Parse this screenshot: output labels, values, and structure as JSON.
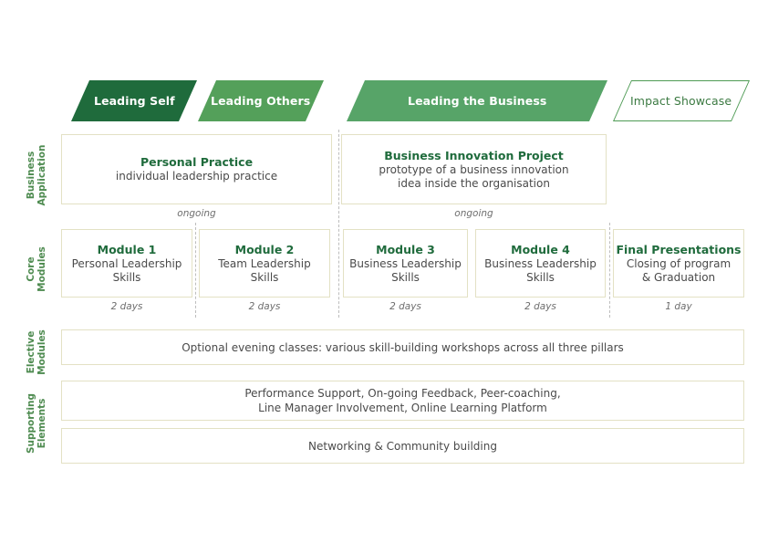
{
  "pillars": [
    {
      "label": "Leading Self",
      "style": "filled",
      "color": "#1F6B3C"
    },
    {
      "label": "Leading Others",
      "style": "filled",
      "color": "#54A05A"
    },
    {
      "label": "Leading the Business",
      "style": "filled",
      "color": "#57A468"
    },
    {
      "label": "Impact Showcase",
      "style": "outlined",
      "color": "#4E9B54"
    }
  ],
  "rows": {
    "business_application": {
      "label": "Business\nApplication",
      "label_line1": "Business",
      "label_line2": "Application",
      "items": [
        {
          "title": "Personal Practice",
          "sub": "individual leadership practice",
          "caption": "ongoing"
        },
        {
          "title": "Business Innovation Project",
          "sub_line1": "prototype of a business innovation",
          "sub_line2": "idea inside the organisation",
          "caption": "ongoing"
        }
      ]
    },
    "core_modules": {
      "label_line1": "Core",
      "label_line2": "Modules",
      "items": [
        {
          "title": "Module 1",
          "sub_line1": "Personal Leadership",
          "sub_line2": "Skills",
          "caption": "2 days"
        },
        {
          "title": "Module 2",
          "sub_line1": "Team Leadership",
          "sub_line2": "Skills",
          "caption": "2 days"
        },
        {
          "title": "Module 3",
          "sub_line1": "Business Leadership",
          "sub_line2": "Skills",
          "caption": "2 days"
        },
        {
          "title": "Module 4",
          "sub_line1": "Business Leadership",
          "sub_line2": "Skills",
          "caption": "2 days"
        },
        {
          "title": "Final Presentations",
          "sub_line1": "Closing of program",
          "sub_line2": "& Graduation",
          "caption": "1 day"
        }
      ]
    },
    "elective_modules": {
      "label_line1": "Elective",
      "label_line2": "Modules",
      "items": [
        {
          "text": "Optional evening classes: various skill-building workshops across all three pillars"
        }
      ]
    },
    "supporting_elements": {
      "label_line1": "Supporting",
      "label_line2": "Elements",
      "items": [
        {
          "line1": "Performance Support, On-going Feedback, Peer-coaching,",
          "line2": "Line Manager Involvement, Online Learning Platform"
        },
        {
          "line1": "Networking & Community building"
        }
      ]
    }
  },
  "colors": {
    "dark_green": "#1F6B3C",
    "mid_green": "#54A05A",
    "light_green": "#57A468",
    "outline_green": "#4E9B54",
    "box_border": "#E3E1C4",
    "label_green": "#4E8B50",
    "body_text": "#4A4A4A",
    "caption_text": "#6E6E6E",
    "dashed_line": "#BDBDBD",
    "background": "#FFFFFF"
  }
}
